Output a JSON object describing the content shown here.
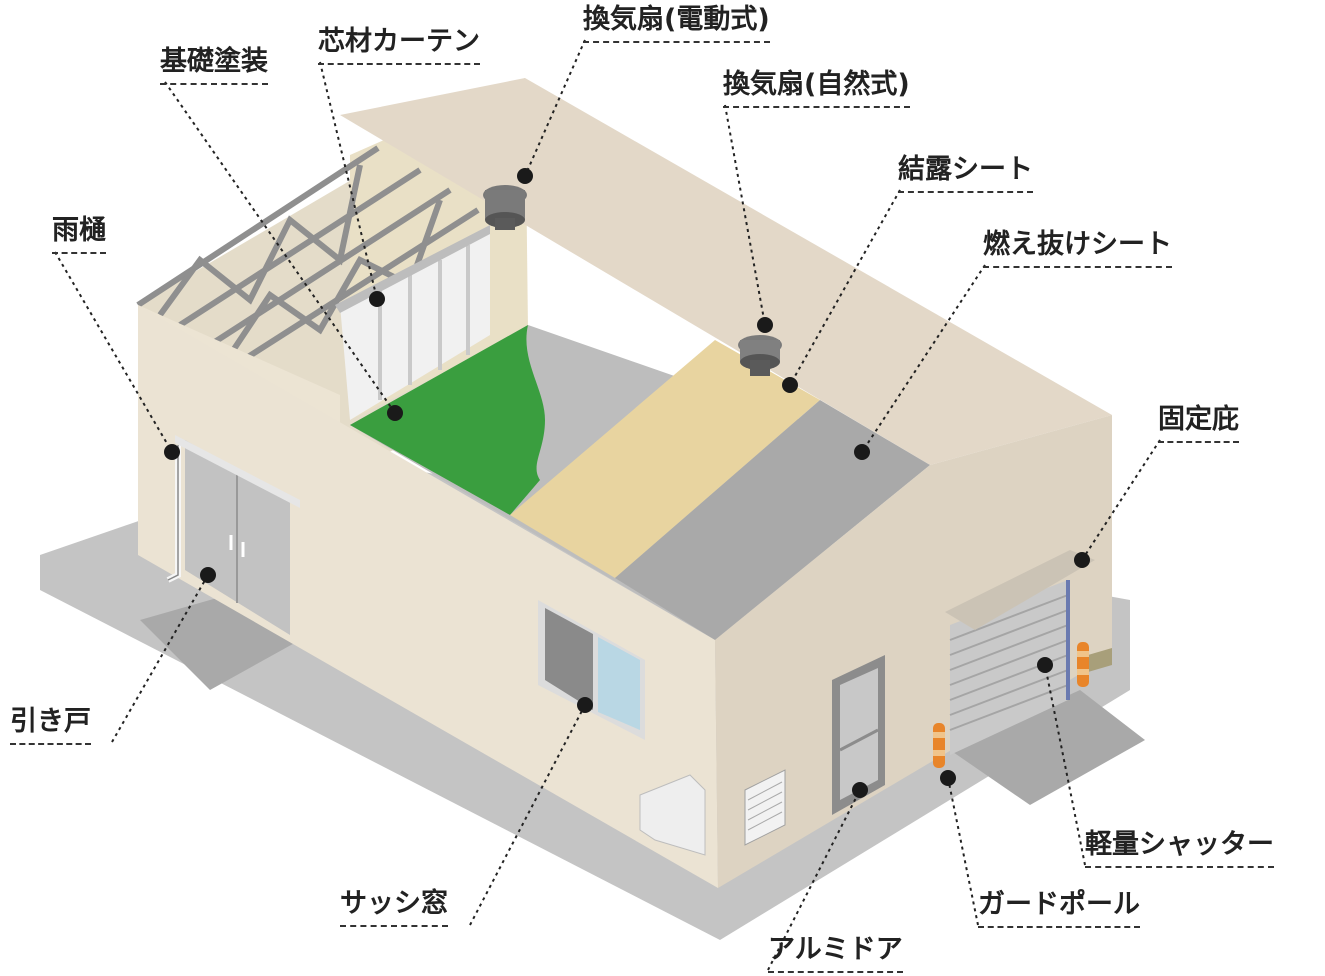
{
  "labels": {
    "foundation_paint": "基礎塗装",
    "core_curtain": "芯材カーテン",
    "fan_electric": "換気扇(電動式)",
    "fan_natural": "換気扇(自然式)",
    "condensation_sheet": "結露シート",
    "burnthrough_sheet": "燃え抜けシート",
    "rain_gutter": "雨樋",
    "fixed_canopy": "固定庇",
    "sliding_door": "引き戸",
    "sash_window": "サッシ窓",
    "aluminum_door": "アルミドア",
    "guard_pole": "ガードポール",
    "light_shutter": "軽量シャッター"
  },
  "colors": {
    "ground": "#b9b9b9",
    "wall": "#e9e1d2",
    "roof": "#e3d8c8",
    "foundation_green": "#3a9e3f",
    "condensation_tan": "#e8d4a0",
    "burnthrough_gray": "#a9a9a9",
    "guard_pole_orange": "#e8852a"
  }
}
